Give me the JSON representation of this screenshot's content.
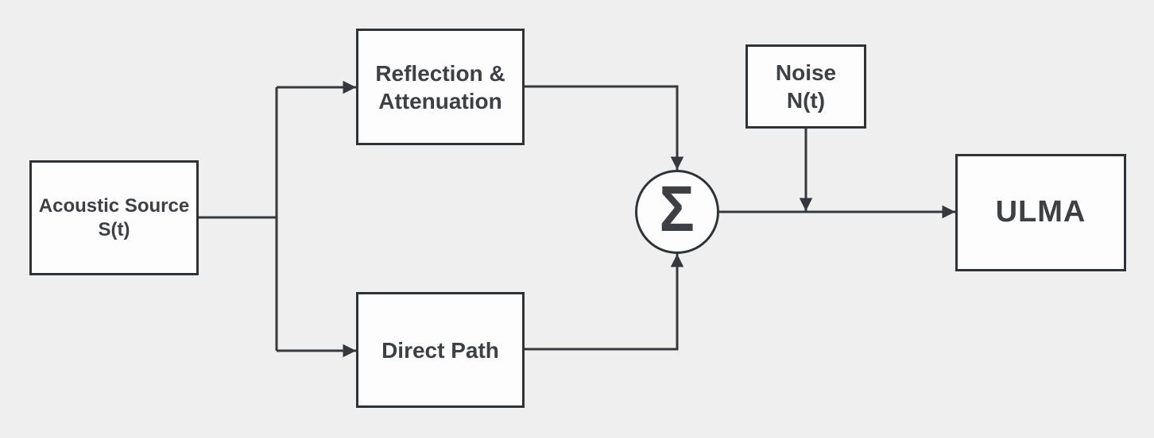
{
  "diagram": {
    "title": "Acoustic signal path block diagram",
    "colors": {
      "background": "#efefef",
      "node_fill": "#fdfdfd",
      "node_border": "#2e3338",
      "connector": "#35393d",
      "text": "#3d4044"
    },
    "nodes": {
      "acoustic_source": {
        "label": "Acoustic Source\nS(t)"
      },
      "reflection": {
        "label": "Reflection &\nAttenuation"
      },
      "direct_path": {
        "label": "Direct Path"
      },
      "noise": {
        "label": "Noise\nN(t)"
      },
      "sum": {
        "symbol": "Σ"
      },
      "ulma": {
        "label": "ULMA"
      }
    },
    "edges": [
      {
        "from": "acoustic_source",
        "to": "reflection",
        "arrow": true
      },
      {
        "from": "acoustic_source",
        "to": "direct_path",
        "arrow": true
      },
      {
        "from": "reflection",
        "to": "sum",
        "arrow": true
      },
      {
        "from": "direct_path",
        "to": "sum",
        "arrow": true
      },
      {
        "from": "sum",
        "to": "ulma",
        "arrow": true
      },
      {
        "from": "noise",
        "to": "sum-output-line",
        "arrow": true
      }
    ]
  }
}
